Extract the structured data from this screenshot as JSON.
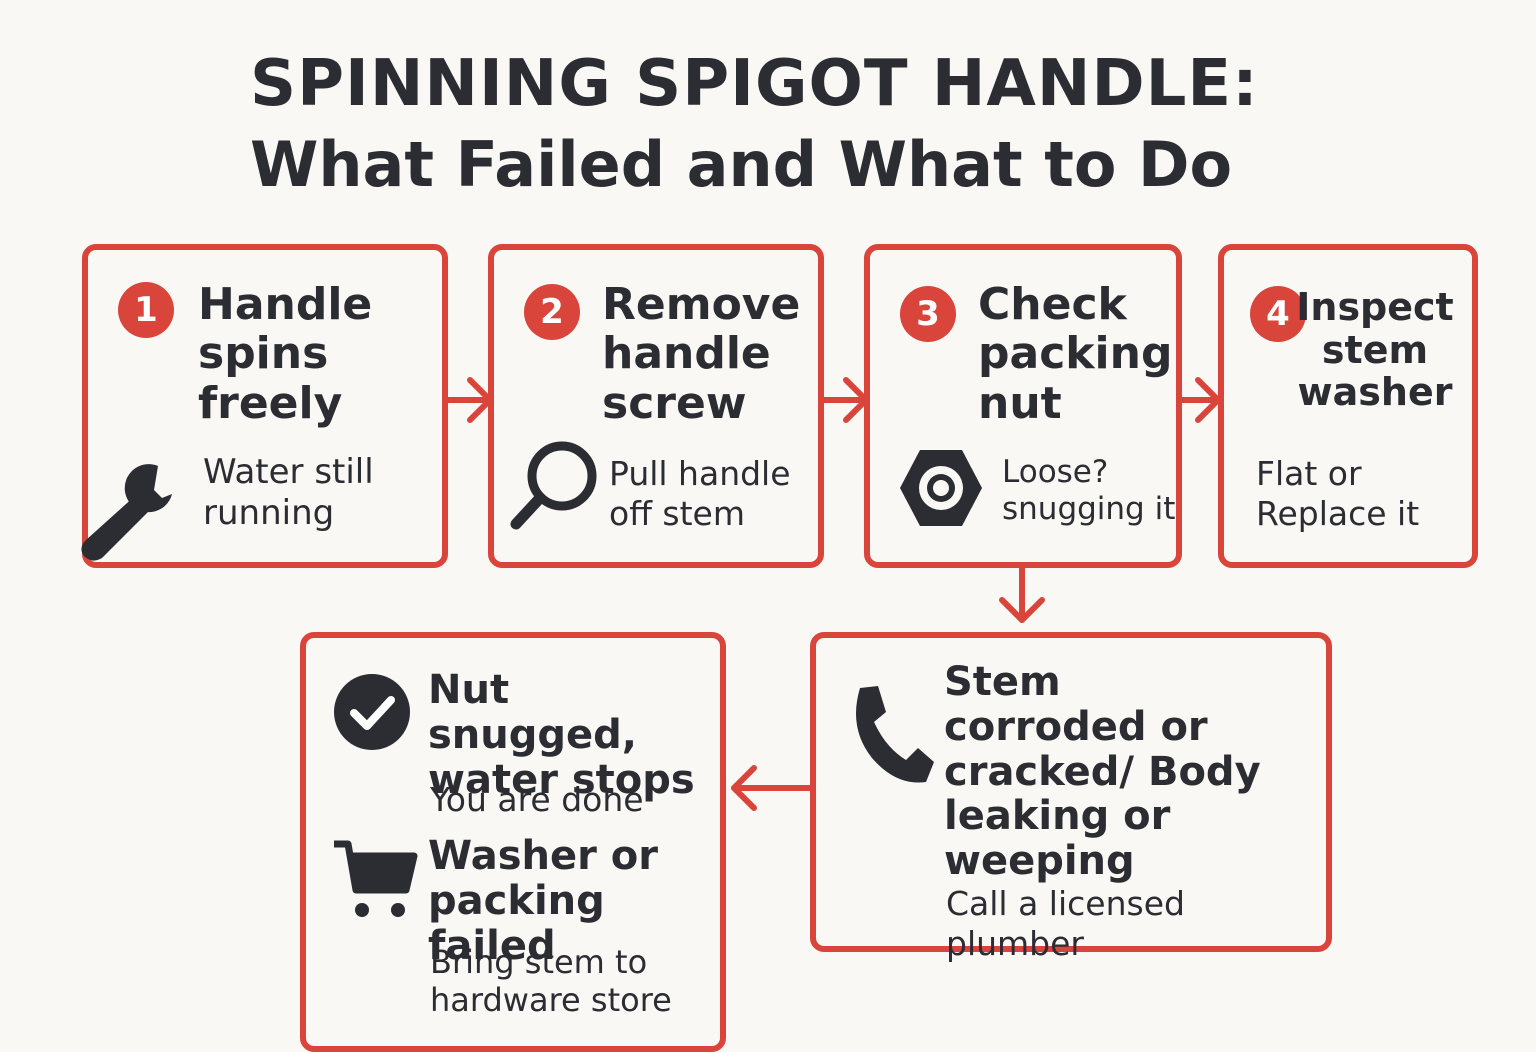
{
  "title": {
    "line1": "SPINNING SPIGOT HANDLE:",
    "line2": "What Failed and What to Do"
  },
  "steps": [
    {
      "number": "1",
      "heading": "Handle spins freely",
      "detail": "Water still running",
      "icon": "wrench-icon"
    },
    {
      "number": "2",
      "heading": "Remove handle screw",
      "detail": "Pull handle off stem",
      "icon": "magnifier-icon"
    },
    {
      "number": "3",
      "heading": "Check packing nut",
      "detail": "Loose? snugging it",
      "icon": "hex-nut-icon"
    },
    {
      "number": "4",
      "heading": "Inspect stem washer",
      "detail": "Flat or Replace it"
    }
  ],
  "outcomes": {
    "done": {
      "heading": "Nut snugged, water stops",
      "detail": "You are done",
      "icon": "check-circle-icon"
    },
    "store": {
      "heading": "Washer or packing failed",
      "detail": "Bring stem to hardware store",
      "icon": "shopping-cart-icon"
    },
    "plumber": {
      "heading": "Stem corroded or cracked/ Body leaking or weeping",
      "detail": "Call a licensed plumber",
      "icon": "phone-icon"
    }
  },
  "colors": {
    "accent": "#d9453a",
    "text": "#2b2d33",
    "background": "#faf8f4"
  }
}
